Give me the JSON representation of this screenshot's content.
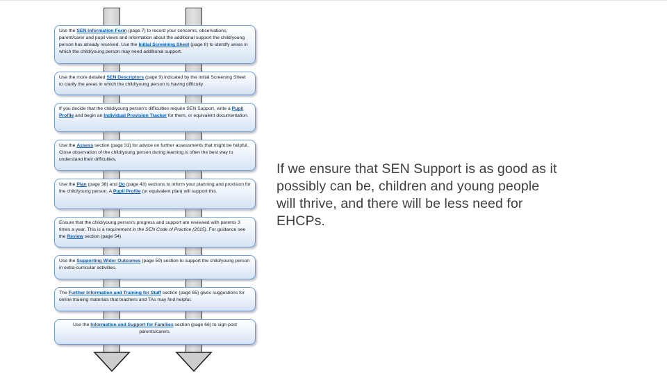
{
  "callout": {
    "lines": [
      "If we ensure that SEN Support is as good as it",
      "possibly can be, children and young people",
      "will thrive, and there will be less need for",
      "EHCPs."
    ]
  },
  "colors": {
    "box_border": "#6f9bd2",
    "box_fill_top": "#fdfeff",
    "box_fill_bottom": "#d5e3f4",
    "link": "#0b5cba",
    "text": "#1c1c1c",
    "callout_text": "#404040",
    "connector_fill": "#d9d9d9",
    "connector_border": "#2f2f2f"
  },
  "flowchart": {
    "boxes": [
      {
        "align": "left",
        "segments": [
          {
            "style": "plain",
            "text": "Use the "
          },
          {
            "style": "link",
            "text": "SEN Information Form"
          },
          {
            "style": "plain",
            "text": " (page 7) to record your concerns, observations, parent/carer and pupil views and information about the additional support the child/young person has already received.  Use the "
          },
          {
            "style": "link",
            "text": "Initial Screening Sheet"
          },
          {
            "style": "plain",
            "text": " (page 8) to identify areas in which the child/young person may need additional support."
          }
        ]
      },
      {
        "align": "left",
        "segments": [
          {
            "style": "plain",
            "text": "Use the more detailed "
          },
          {
            "style": "link",
            "text": "SEN Descriptors"
          },
          {
            "style": "plain",
            "text": " (page 9) indicated by the Initial Screening Sheet to clarify the areas in which the child/young person is having difficulty"
          }
        ]
      },
      {
        "align": "left",
        "segments": [
          {
            "style": "plain",
            "text": "If you decide that the child/young person's difficulties require SEN Support, write a "
          },
          {
            "style": "link",
            "text": "Pupil Profile"
          },
          {
            "style": "plain",
            "text": " and begin an "
          },
          {
            "style": "link",
            "text": "Individual Provision Tracker"
          },
          {
            "style": "plain",
            "text": " for them, or equivalent documentation."
          }
        ]
      },
      {
        "align": "left",
        "segments": [
          {
            "style": "plain",
            "text": "Use the "
          },
          {
            "style": "link",
            "text": "Assess"
          },
          {
            "style": "plain",
            "text": " section (page 31) for advice on further assessments that might be helpful. Close observation of the child/young person during learning is often the best way to understand their difficulties."
          }
        ]
      },
      {
        "align": "left",
        "segments": [
          {
            "style": "plain",
            "text": "Use the "
          },
          {
            "style": "link",
            "text": "Plan"
          },
          {
            "style": "plain",
            "text": " (page 38) and "
          },
          {
            "style": "link",
            "text": "Do"
          },
          {
            "style": "plain",
            "text": " (page 43) sections to inform your planning and provision for the child/young person.  A "
          },
          {
            "style": "link",
            "text": "Pupil Profile"
          },
          {
            "style": "plain",
            "text": " (or equivalent plan) will support this."
          }
        ]
      },
      {
        "align": "left",
        "segments": [
          {
            "style": "plain",
            "text": "Ensure that the child/young person's progress and support are reviewed with parents 3 times a year. This is a requirement in the "
          },
          {
            "style": "italic",
            "text": "SEN Code of Practice (2015)"
          },
          {
            "style": "plain",
            "text": ". For guidance see the "
          },
          {
            "style": "link",
            "text": "Review"
          },
          {
            "style": "plain",
            "text": " section (page 54)"
          }
        ]
      },
      {
        "align": "left",
        "segments": [
          {
            "style": "plain",
            "text": "Use the "
          },
          {
            "style": "link",
            "text": "Supporting Wider Outcomes"
          },
          {
            "style": "plain",
            "text": " (page 59) section to support the child/young person in extra-curricular activities."
          }
        ]
      },
      {
        "align": "left",
        "segments": [
          {
            "style": "plain",
            "text": "The "
          },
          {
            "style": "link",
            "text": "Further Information and Training for Staff"
          },
          {
            "style": "plain",
            "text": " section (page 65) gives suggestions for online training materials that teachers and TAs may find helpful."
          }
        ]
      },
      {
        "align": "center",
        "segments": [
          {
            "style": "plain",
            "text": "Use the "
          },
          {
            "style": "link",
            "text": "Information and Support for Families"
          },
          {
            "style": "plain",
            "text": " section (page 66) to sign-post parents/carers."
          }
        ]
      }
    ]
  }
}
